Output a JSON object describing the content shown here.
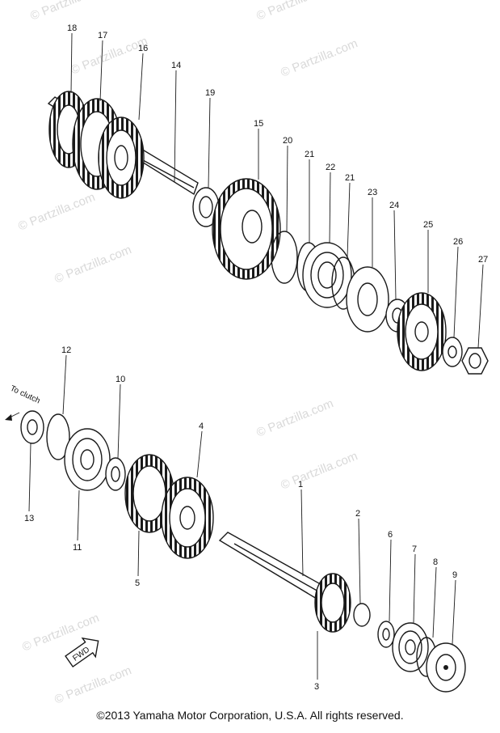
{
  "watermark": "© Partzilla.com",
  "copyright": "©2013  Yamaha Motor Corporation, U.S.A. All rights reserved.",
  "to_clutch_label": "To clutch",
  "fwd_label": "FWD",
  "callouts": {
    "c1": "1",
    "c2": "2",
    "c3": "3",
    "c4": "4",
    "c5": "5",
    "c6": "6",
    "c7": "7",
    "c8": "8",
    "c9": "9",
    "c10": "10",
    "c11": "11",
    "c12": "12",
    "c13": "13",
    "c14": "14",
    "c15": "15",
    "c16": "16",
    "c17": "17",
    "c18": "18",
    "c19": "19",
    "c20": "20",
    "c21a": "21",
    "c21b": "21",
    "c22": "22",
    "c23": "23",
    "c24": "24",
    "c25": "25",
    "c26": "26",
    "c27": "27"
  }
}
